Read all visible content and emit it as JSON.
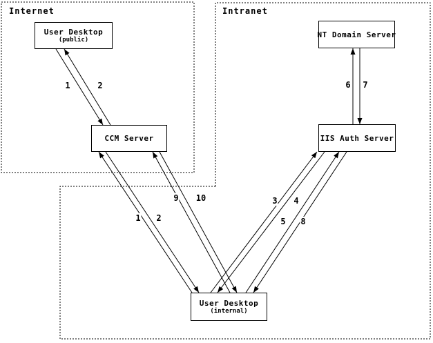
{
  "regions": {
    "internet": {
      "label": "Internet"
    },
    "intranet": {
      "label": "Intranet"
    }
  },
  "nodes": {
    "user_desktop_public": {
      "title": "User Desktop",
      "subtitle": "(public)"
    },
    "ccm_server": {
      "title": "CCM Server"
    },
    "nt_domain_server": {
      "title": "NT Domain Server"
    },
    "iis_auth_server": {
      "title": "IIS Auth Server"
    },
    "user_desktop_internal": {
      "title": "User Desktop",
      "subtitle": "(internal)"
    }
  },
  "edge_labels": {
    "public_step_1": "1",
    "public_step_2": "2",
    "internal_step_1": "1",
    "internal_step_2": "2",
    "step_3": "3",
    "step_4": "4",
    "step_5": "5",
    "step_6": "6",
    "step_7": "7",
    "step_8": "8",
    "step_9": "9",
    "step_10": "10"
  },
  "colors": {
    "line": "#000000",
    "background": "#ffffff"
  }
}
